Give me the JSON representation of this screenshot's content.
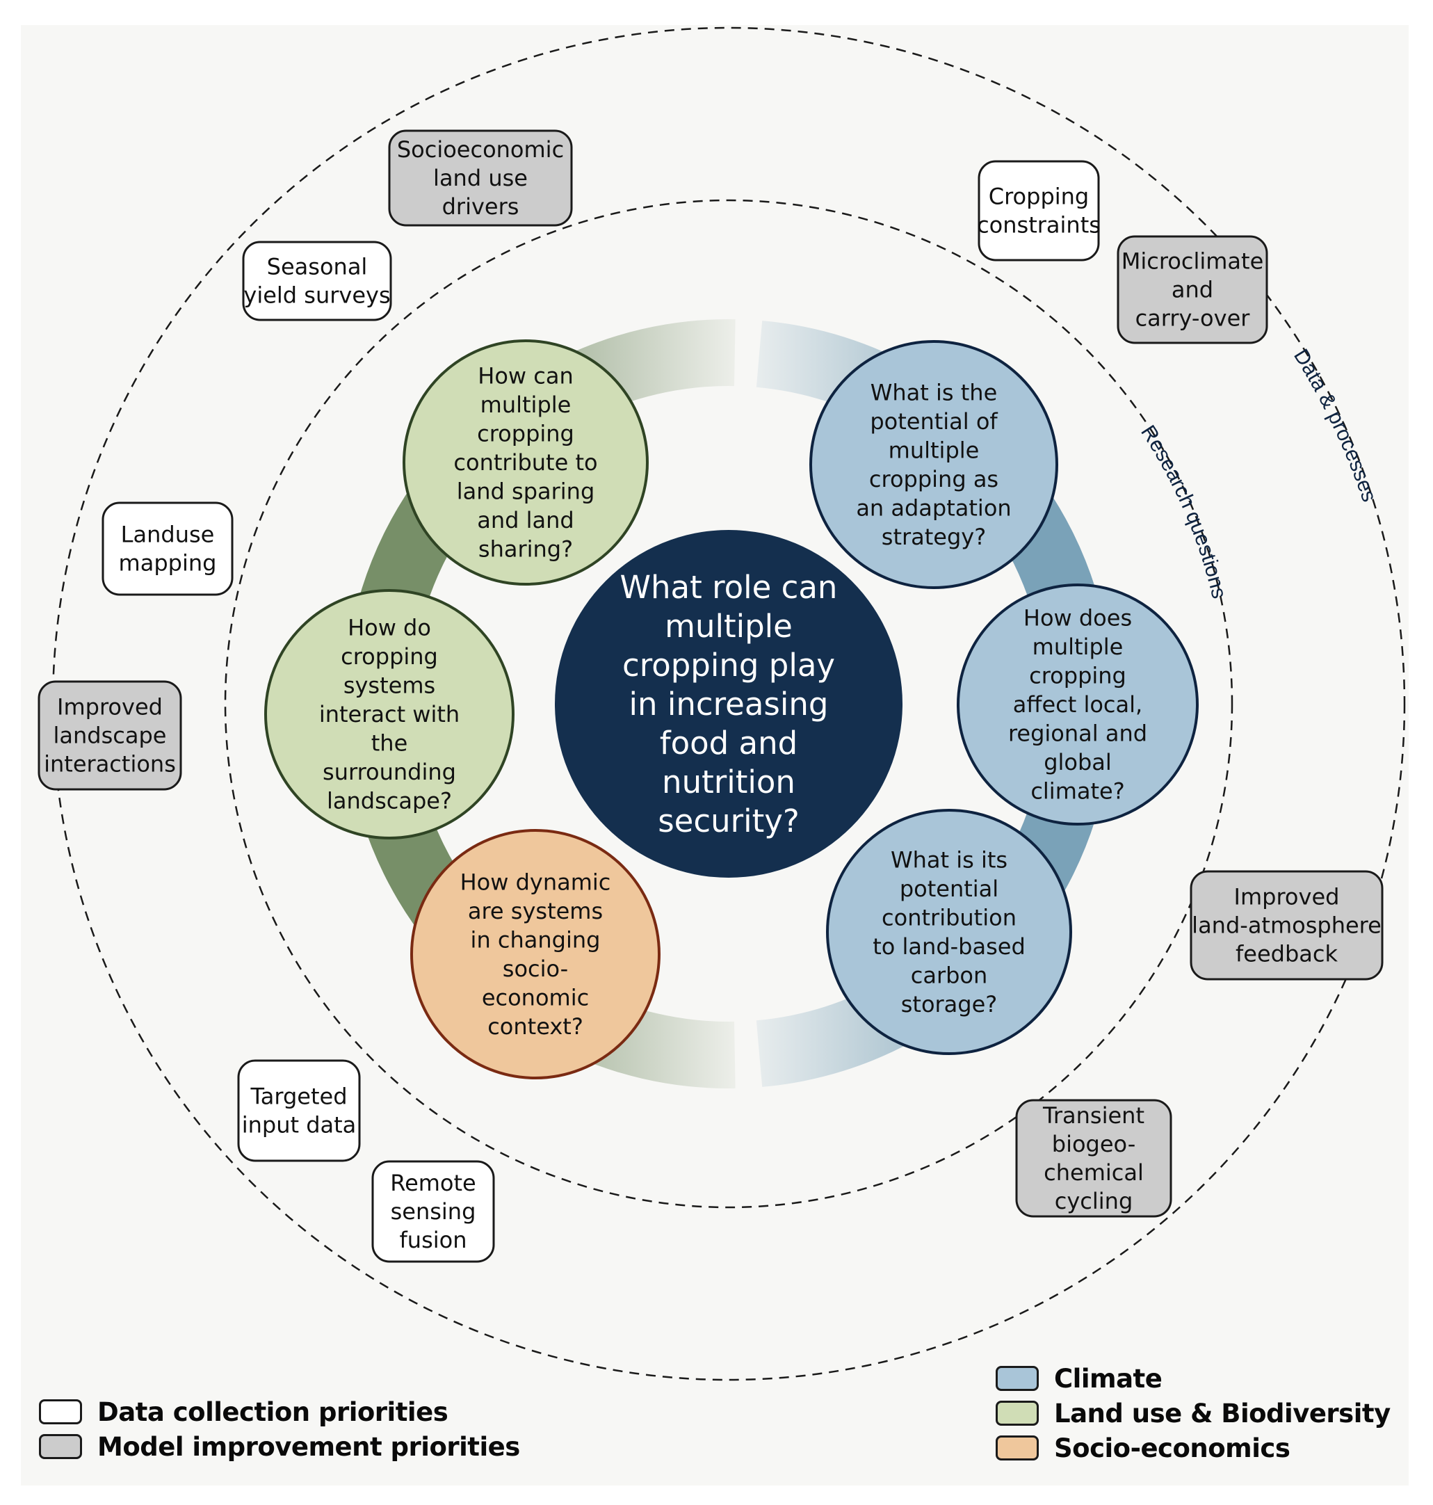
{
  "center_question": {
    "lines": [
      "What role can",
      "multiple",
      "cropping play",
      "in increasing",
      "food and",
      "nutrition",
      "security?"
    ]
  },
  "ring_labels": {
    "inner": "Research questions",
    "outer": "Data & processes"
  },
  "questions": [
    {
      "id": "land-sparing",
      "category": "land_use",
      "lines": [
        "How can",
        "multiple",
        "cropping",
        "contribute to",
        "land sparing",
        "and land",
        "sharing?"
      ]
    },
    {
      "id": "landscape-interaction",
      "category": "land_use",
      "lines": [
        "How do",
        "cropping",
        "systems",
        "interact with",
        "the",
        "surrounding",
        "landscape?"
      ]
    },
    {
      "id": "socioeconomic-dynamics",
      "category": "socio_economics",
      "lines": [
        "How dynamic",
        "are systems",
        "in changing",
        "socio-",
        "economic",
        "context?"
      ]
    },
    {
      "id": "adaptation",
      "category": "climate",
      "lines": [
        "What is the",
        "potential of",
        "multiple",
        "cropping as",
        "an adaptation",
        "strategy?"
      ]
    },
    {
      "id": "climate-effect",
      "category": "climate",
      "lines": [
        "How does",
        "multiple",
        "cropping",
        "affect local,",
        "regional and",
        "global",
        "climate?"
      ]
    },
    {
      "id": "carbon-storage",
      "category": "climate",
      "lines": [
        "What is its",
        "potential",
        "contribution",
        "to land-based",
        "carbon",
        "storage?"
      ]
    }
  ],
  "priority_boxes": [
    {
      "id": "socioeconomic-drivers",
      "type": "model",
      "lines": [
        "Socioeconomic",
        "land use",
        "drivers"
      ]
    },
    {
      "id": "seasonal-yield",
      "type": "data",
      "lines": [
        "Seasonal",
        "yield surveys"
      ]
    },
    {
      "id": "cropping-constraints",
      "type": "data",
      "lines": [
        "Cropping",
        "constraints"
      ]
    },
    {
      "id": "microclimate",
      "type": "model",
      "lines": [
        "Microclimate",
        "and",
        "carry-over"
      ]
    },
    {
      "id": "landuse-mapping",
      "type": "data",
      "lines": [
        "Landuse",
        "mapping"
      ]
    },
    {
      "id": "landscape-interactions",
      "type": "model",
      "lines": [
        "Improved",
        "landscape",
        "interactions"
      ]
    },
    {
      "id": "land-atmosphere",
      "type": "model",
      "lines": [
        "Improved",
        "land-atmosphere",
        "feedback"
      ]
    },
    {
      "id": "targeted-input",
      "type": "data",
      "lines": [
        "Targeted",
        "input data"
      ]
    },
    {
      "id": "remote-sensing",
      "type": "data",
      "lines": [
        "Remote",
        "sensing",
        "fusion"
      ]
    },
    {
      "id": "biogeochemical",
      "type": "model",
      "lines": [
        "Transient",
        "biogeo-",
        "chemical",
        "cycling"
      ]
    }
  ],
  "legend_priorities": [
    {
      "type": "data",
      "label": "Data collection priorities"
    },
    {
      "type": "model",
      "label": "Model improvement priorities"
    }
  ],
  "legend_categories": [
    {
      "category": "climate",
      "label": "Climate"
    },
    {
      "category": "land_use",
      "label": "Land use & Biodiversity"
    },
    {
      "category": "socio_economics",
      "label": "Socio-economics"
    }
  ],
  "colors": {
    "panel_bg": "#f7f7f5",
    "center_fill": "#142f4e",
    "climate_fill": "#a9c5d8",
    "climate_stroke": "#0e2340",
    "climate_band": "#7aa2b8",
    "land_use_fill": "#d0ddb6",
    "land_use_stroke": "#2f4424",
    "land_use_band": "#778f68",
    "socio_fill": "#efc79c",
    "socio_stroke": "#7a2a12",
    "data_box_fill": "#ffffff",
    "model_box_fill": "#cccccc",
    "box_stroke": "#1a1a1a"
  }
}
